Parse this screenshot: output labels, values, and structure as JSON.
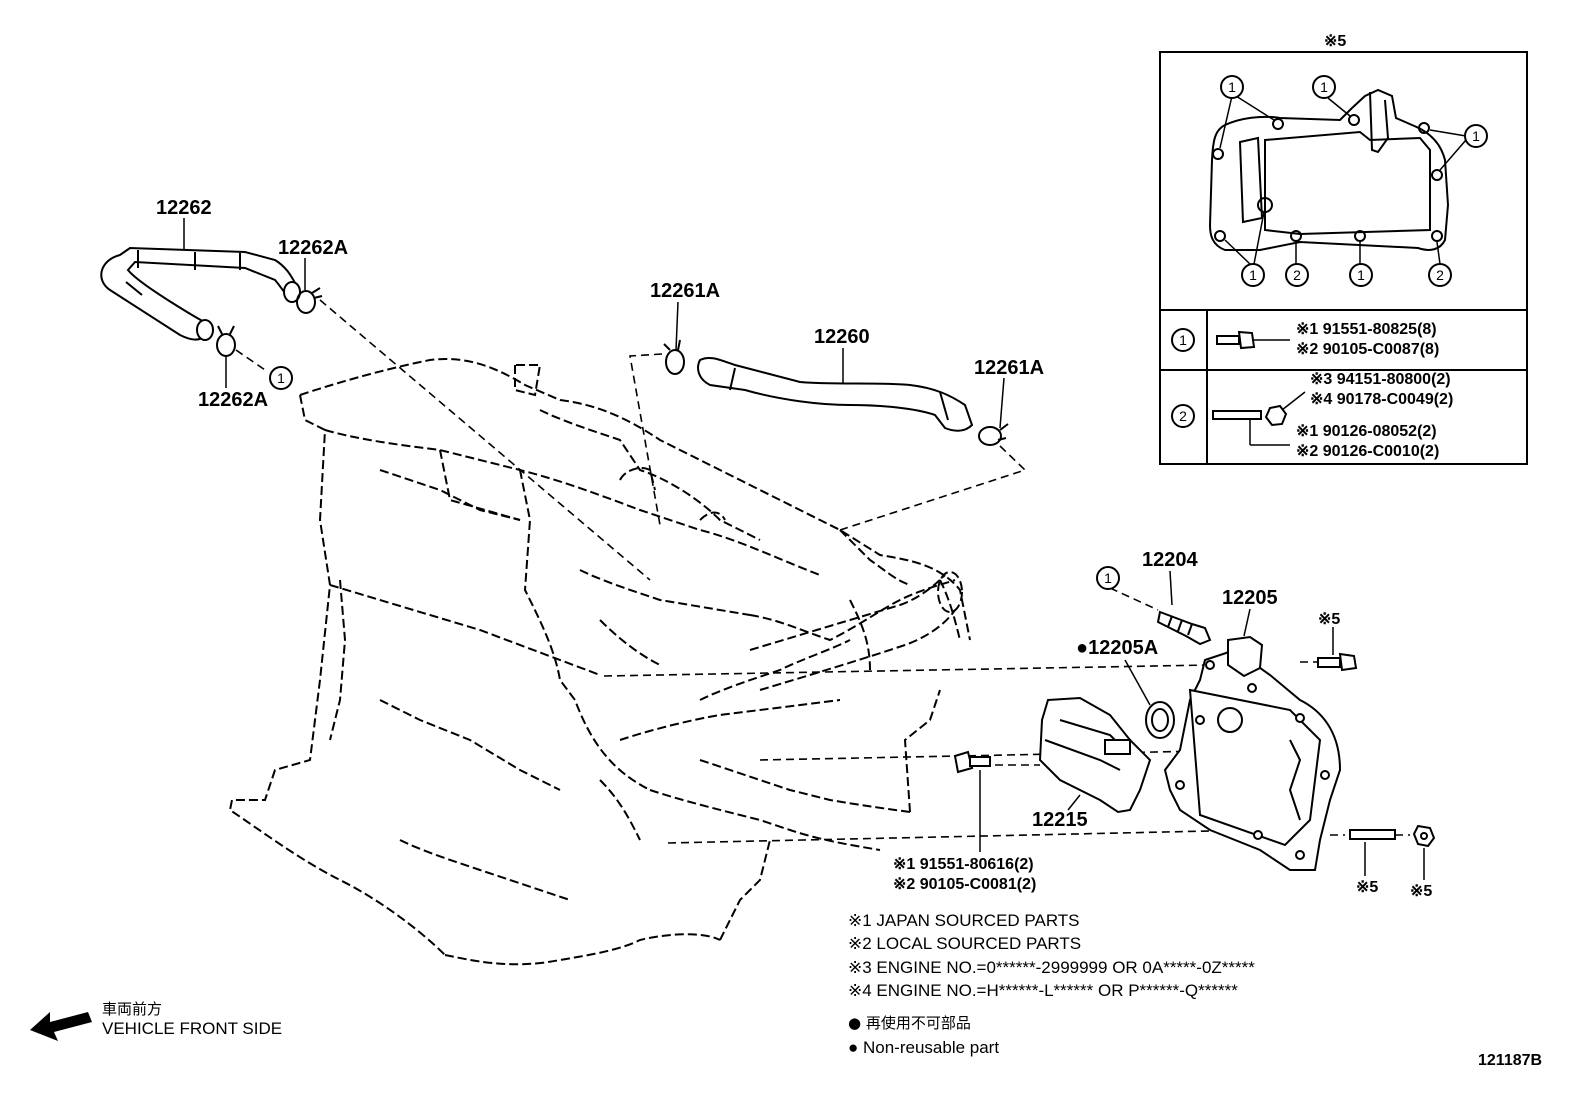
{
  "parts": {
    "p12262": "12262",
    "p12262A_top": "12262A",
    "p12262A_bottom": "12262A",
    "p12261A_left": "12261A",
    "p12260": "12260",
    "p12261A_right": "12261A",
    "p12204": "12204",
    "p12205": "12205",
    "p12205A": "●12205A",
    "p12215": "12215"
  },
  "callouts": {
    "one": "1",
    "two": "2",
    "note5": "※5"
  },
  "bolt_spec": {
    "line1": "※1 91551-80616(2)",
    "line2": "※2 90105-C0081(2)"
  },
  "inset": {
    "title": "※5",
    "row1": {
      "num": "1",
      "line1": "※1 91551-80825(8)",
      "line2": "※2 90105-C0087(8)"
    },
    "row2": {
      "num": "2",
      "line1": "※3 94151-80800(2)",
      "line2": "※4 90178-C0049(2)",
      "line3": "※1 90126-08052(2)",
      "line4": "※2 90126-C0010(2)"
    }
  },
  "legend": {
    "l1": "※1 JAPAN SOURCED PARTS",
    "l2": "※2 LOCAL SOURCED PARTS",
    "l3": "※3 ENGINE NO.=0******-2999999 OR 0A*****-0Z*****",
    "l4": "※4 ENGINE NO.=H******-L****** OR P******-Q******",
    "reuse_jp": "● 再使用不可部品",
    "reuse_en": "● Non-reusable part"
  },
  "direction": {
    "jp": "車両前方",
    "en": "VEHICLE FRONT SIDE"
  },
  "figure_id": "121187B"
}
